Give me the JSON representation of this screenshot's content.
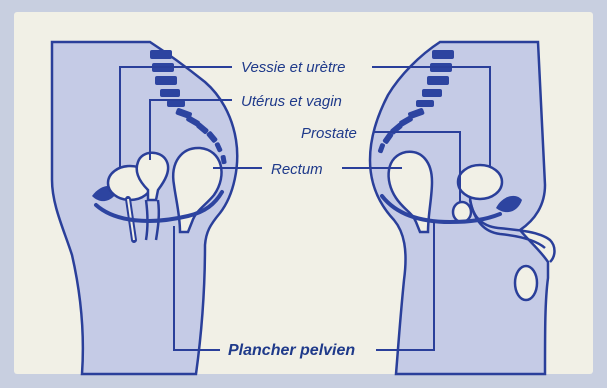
{
  "labels": {
    "vessie_uretre": "Vessie et urètre",
    "uterus_vagin": "Utérus et vagin",
    "prostate": "Prostate",
    "rectum": "Rectum",
    "plancher_pelvien": "Plancher pelvien"
  },
  "colors": {
    "background": "#c8cfe0",
    "card": "#f1f0e6",
    "body_fill": "#c5cbe6",
    "line": "#2a3f9a",
    "dark": "#2d44a0",
    "text": "#1f3a8a"
  }
}
